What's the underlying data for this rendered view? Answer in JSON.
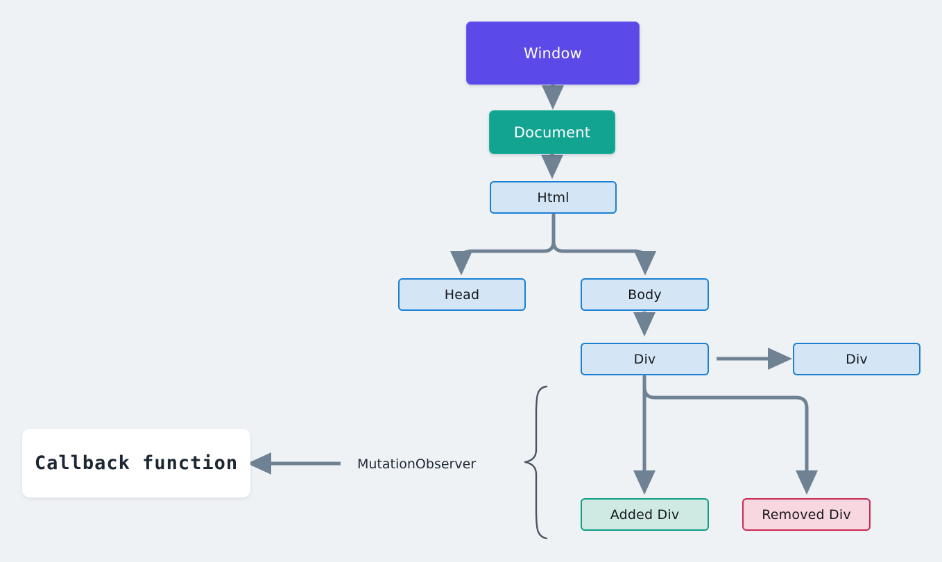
{
  "diagram": {
    "title": "MutationObserver DOM tree",
    "background_color": "#eff2f5",
    "connector_color": "#6e8294",
    "brace_color": "#4a5563",
    "nodes": {
      "window": {
        "label": "Window",
        "fill": "#5c4ae8",
        "text_color": "#ffffff"
      },
      "document": {
        "label": "Document",
        "fill": "#13a391",
        "text_color": "#ffffff"
      },
      "html": {
        "label": "Html",
        "fill": "#d4e6f6",
        "border": "#1b80d2"
      },
      "head": {
        "label": "Head",
        "fill": "#d4e6f6",
        "border": "#1b80d2"
      },
      "body": {
        "label": "Body",
        "fill": "#d4e6f6",
        "border": "#1b80d2"
      },
      "div_left": {
        "label": "Div",
        "fill": "#d4e6f6",
        "border": "#1b80d2"
      },
      "div_right": {
        "label": "Div",
        "fill": "#d4e6f6",
        "border": "#1b80d2"
      },
      "added_div": {
        "label": "Added Div",
        "fill": "#cfeae3",
        "border": "#0e9e86"
      },
      "removed_div": {
        "label": "Removed Div",
        "fill": "#f9d7e0",
        "border": "#c92a52"
      },
      "callback": {
        "label": "Callback  function",
        "fill": "#ffffff",
        "text_color": "#1c2733"
      }
    },
    "labels": {
      "mutation_observer": "MutationObserver"
    }
  }
}
